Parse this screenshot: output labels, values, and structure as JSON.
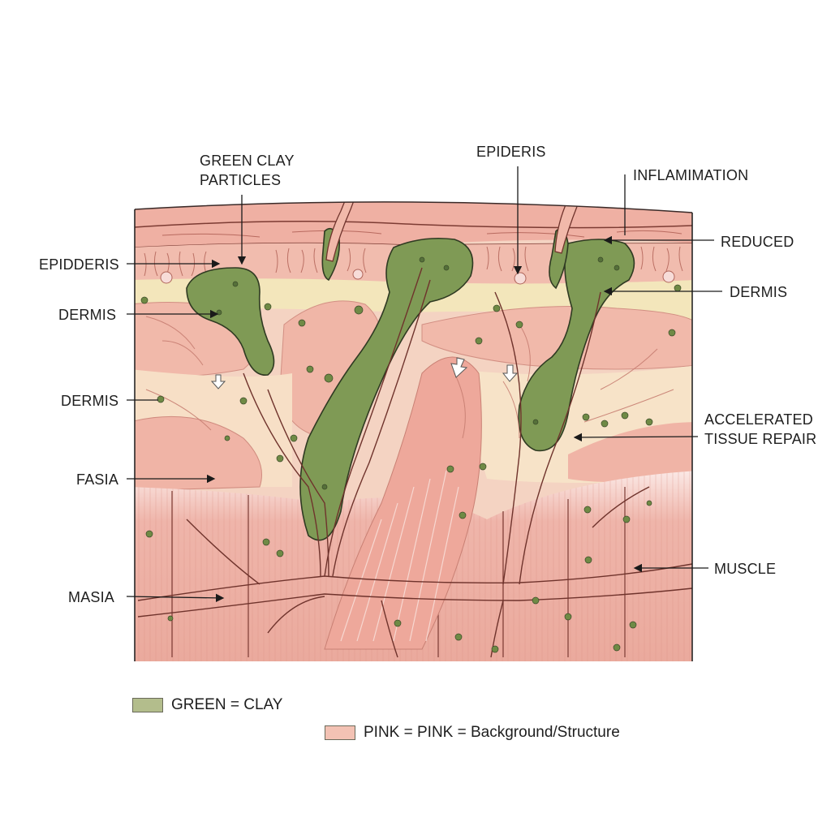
{
  "diagram": {
    "type": "anatomical-cross-section",
    "subject": "Skin layers with green clay particles"
  },
  "labels": {
    "green_clay_particles": "GREEN CLAY\nPARTICLES",
    "epideris_top": "EPIDERIS",
    "inflamimation": "INFLAMIMATION",
    "reduced": "REDUCED",
    "epidderis_left": "EPIDDERIS",
    "dermis_left_1": "DERMIS",
    "dermis_right": "DERMIS",
    "dermis_left_2": "DERMIS",
    "accelerated_tissue_repair": "ACCELERATED\nTISSUE REPAIR",
    "fasia": "FASIA",
    "muscle": "MUSCLE",
    "masia": "MASIA"
  },
  "legend": {
    "items": [
      {
        "label": "GREEN = CLAY",
        "color": "#b3bd8c"
      },
      {
        "label": "PINK = PINK = Background/Structure",
        "color": "#f3c2b4"
      }
    ]
  },
  "colors": {
    "clay_green": "#7f9a55",
    "clay_dark": "#5d7a3c",
    "skin_pink": "#f0b7a8",
    "epidermis_pink": "#efaea0",
    "dermis_cream": "#f5e2c4",
    "fat_yellow": "#f2e6b8",
    "outline": "#2b2b2b"
  }
}
